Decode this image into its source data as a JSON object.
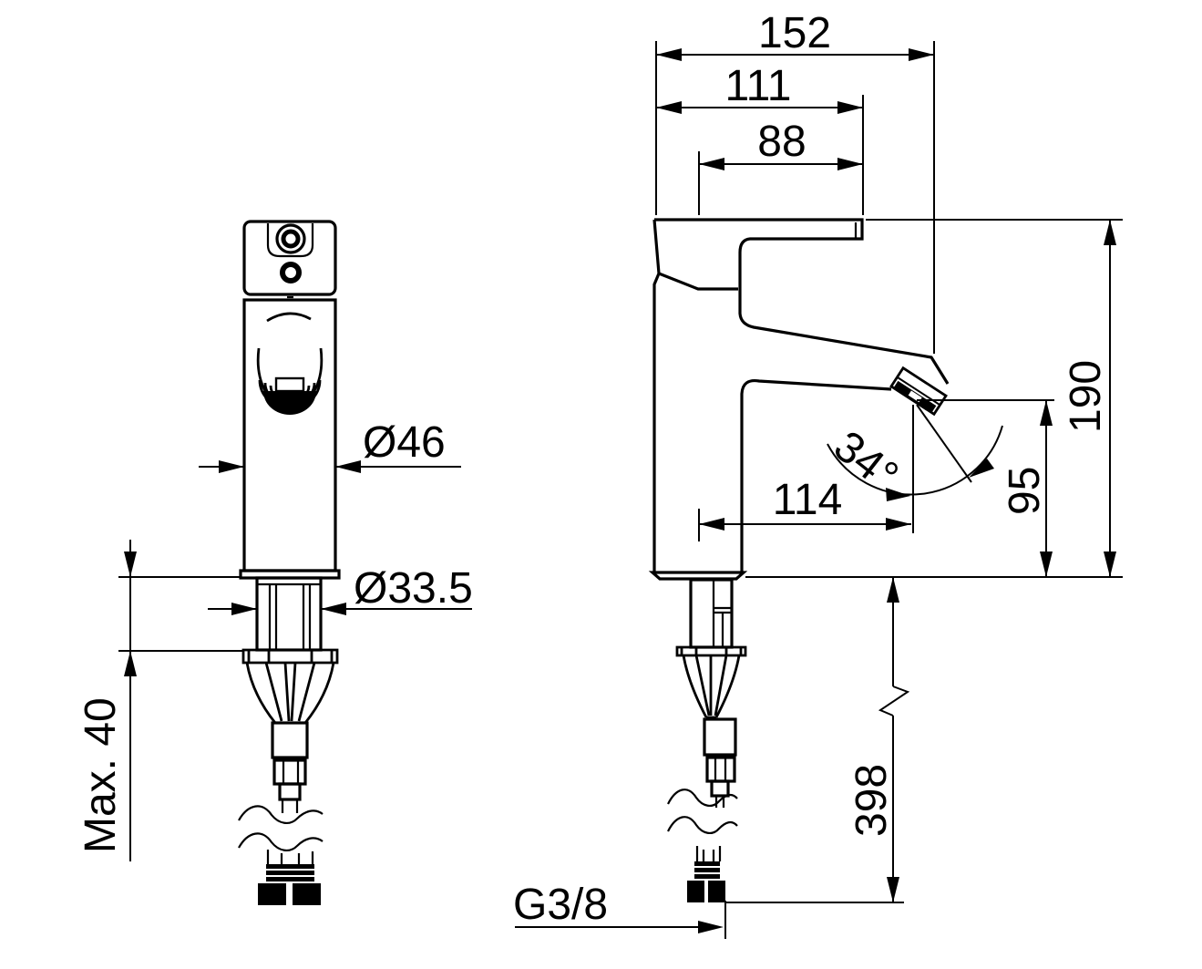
{
  "drawing": {
    "type": "dimensioned technical drawing",
    "subject": "single-lever basin mixer faucet, front and side elevations with flexible supply hose",
    "background_color": "#ffffff",
    "line_color": "#000000",
    "views": {
      "front": {
        "labels": {
          "body_diameter": "Ø46",
          "shank_diameter": "Ø33.5",
          "max_deck_thickness": "Max. 40"
        }
      },
      "side": {
        "labels": {
          "overall_depth": "152",
          "lever_depth": "111",
          "lever_length": "88",
          "overall_height": "190",
          "outlet_height": "95",
          "outlet_reach": "114",
          "outlet_angle": "34°",
          "below_deck_length": "398",
          "connection_thread": "G3/8"
        }
      }
    }
  }
}
